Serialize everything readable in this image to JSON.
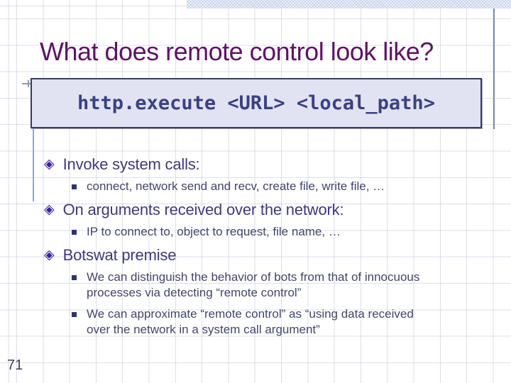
{
  "slide": {
    "title": "What does remote control look like?",
    "code_box": "http.execute <URL> <local_path>",
    "bullets": [
      {
        "label": "Invoke system calls:",
        "sub": [
          "connect, network send and recv, create file, write file, …"
        ]
      },
      {
        "label": "On arguments received over the network:",
        "sub": [
          "IP to connect to, object to request, file name, …"
        ]
      },
      {
        "label": "Botswat premise",
        "sub": [
          "We can distinguish the behavior of bots from that of innocuous processes via detecting “remote control”",
          "We can approximate “remote control” as “using data received over the network in a system call argument”"
        ]
      }
    ],
    "page_number": "71",
    "icons": {
      "diamond_bullet": "◈"
    },
    "colors": {
      "title": "#5d1463",
      "heading": "#3f3a78",
      "body": "#42456b",
      "code": "#3b4180",
      "box_fill": "#e1e3f3",
      "box_border": "#3a3a68",
      "top_band": "#c3cfe8",
      "diamond_bullet": "#3a1f9f",
      "square_bullet": "#2f3568"
    }
  }
}
